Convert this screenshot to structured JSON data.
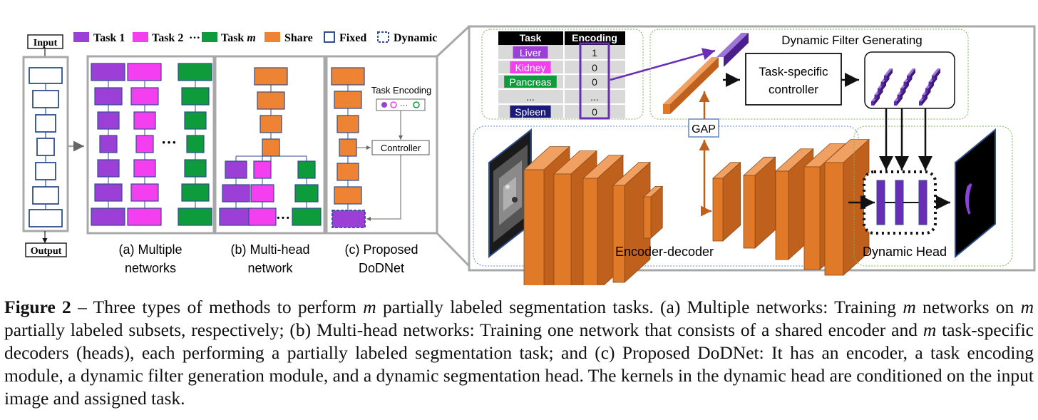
{
  "legend": {
    "task1": "Task 1",
    "task2": "Task 2",
    "dots": "···",
    "taskm": "Task",
    "taskm_var": "m",
    "share": "Share",
    "fixed": "Fixed",
    "dynamic": "Dynamic"
  },
  "colors": {
    "task1": "#9b3fd6",
    "task2": "#f33ff0",
    "taskm": "#0d9b3b",
    "share": "#ee8433",
    "panel_border": "#a8a8a8",
    "fixed_border": "#2f4e8c",
    "encoder_green": "#7ab648",
    "encoder_blue": "#5b87c7",
    "conv_orange": "#e07a28",
    "dynamic_purple": "#6a2db5"
  },
  "left": {
    "input": "Input",
    "output": "Output"
  },
  "panels": {
    "a_line1": "(a) Multiple",
    "a_line2": "networks",
    "b_line1": "(b) Multi-head",
    "b_line2": "network",
    "c_line1": "(c) Proposed",
    "c_line2": "DoDNet",
    "a_dots": "···",
    "b_dots": "···",
    "task_encoding": "Task Encoding",
    "task_enc_dots": "···",
    "controller": "Controller"
  },
  "table": {
    "header_task": "Task",
    "header_encoding": "Encoding",
    "rows": [
      {
        "task": "Liver",
        "value": "1",
        "color": "#9b3fd6"
      },
      {
        "task": "Kidney",
        "value": "0",
        "color": "#f33ff0"
      },
      {
        "task": "Pancreas",
        "value": "0",
        "color": "#0d9b3b"
      },
      {
        "task": "...",
        "value": "...",
        "color": ""
      },
      {
        "task": "Spleen",
        "value": "0",
        "color": "#1a1a7a"
      }
    ]
  },
  "right": {
    "dfg_title": "Dynamic Filter Generating",
    "controller_line1": "Task-specific",
    "controller_line2": "controller",
    "gap": "GAP",
    "encoder_decoder": "Encoder-decoder",
    "dynamic_head": "Dynamic Head"
  },
  "caption": {
    "label": "Figure 2",
    "p1": " – Three types of methods to perform ",
    "m1": "m",
    "p2": " partially labeled segmentation tasks.  (a) Multiple networks: Training ",
    "m2": "m",
    "p3": " networks on ",
    "m3": "m",
    "p4": " partially labeled subsets, respectively; (b) Multi-head networks: Training one network that consists of a shared encoder and ",
    "m4": "m",
    "p5": " task-specific decoders (heads), each performing a partially labeled segmentation task; and (c) Proposed DoDNet: It has an encoder, a task encoding module, a dynamic filter generation module, and a dynamic segmentation head.  The kernels in the dynamic head are conditioned on the input image and assigned task."
  }
}
